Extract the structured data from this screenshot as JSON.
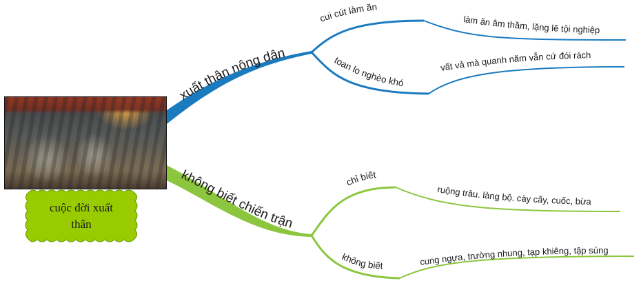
{
  "colors": {
    "blue_branch": "#1b7bbf",
    "green_branch": "#8cc63f",
    "central_fill": "#99cc00",
    "central_stroke": "#669900"
  },
  "central": {
    "label_line1": "cuộc đời xuất",
    "label_line2": "thân",
    "image": "painting-of-battle-scene"
  },
  "branches": [
    {
      "label": "xuất thân nông dân",
      "color": "blue",
      "children": [
        {
          "label": "cui cút làm ăn",
          "children": [
            {
              "label": "làm ăn âm thầm, lặng lẽ tội nghiệp"
            }
          ]
        },
        {
          "label": "toan lo nghèo khó",
          "children": [
            {
              "label": "vất vả mà quanh năm vẫn cứ đói rách"
            }
          ]
        }
      ]
    },
    {
      "label": "không biết chiến trận",
      "color": "green",
      "children": [
        {
          "label": "chỉ biết",
          "children": [
            {
              "label": "ruộng trâu. làng bộ. cày cấy, cuốc, bừa"
            }
          ]
        },
        {
          "label": "không biết",
          "children": [
            {
              "label": "cung ngựa, trường nhung, tạp khiêng, tập súng"
            }
          ]
        }
      ]
    }
  ]
}
